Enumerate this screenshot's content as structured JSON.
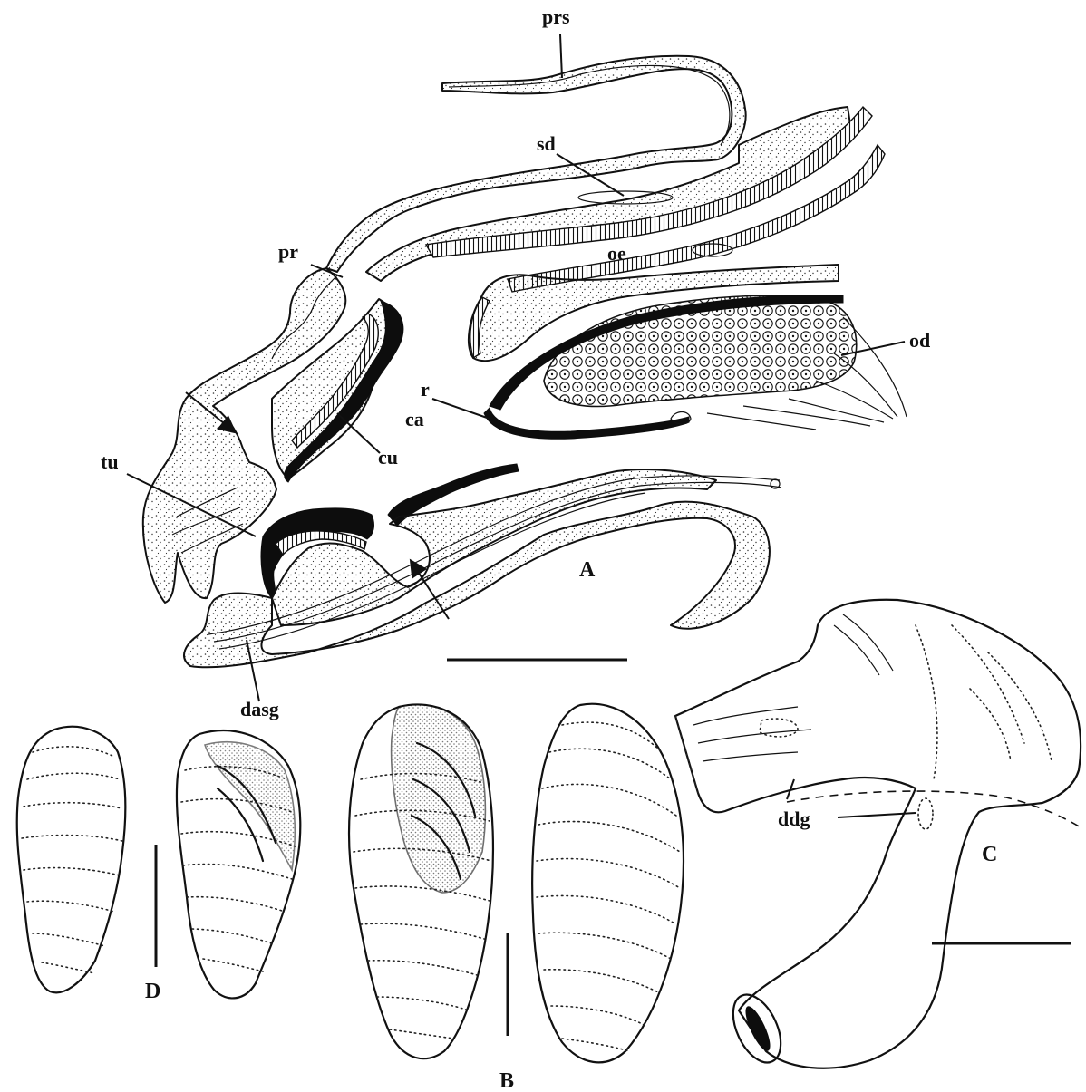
{
  "labels": {
    "prs": "prs",
    "sd": "sd",
    "pr": "pr",
    "oe": "oe",
    "od": "od",
    "r": "r",
    "ca": "ca",
    "cu": "cu",
    "tu": "tu",
    "dasg": "dasg",
    "ddg": "ddg"
  },
  "panels": {
    "A": "A",
    "B": "B",
    "C": "C",
    "D": "D"
  }
}
